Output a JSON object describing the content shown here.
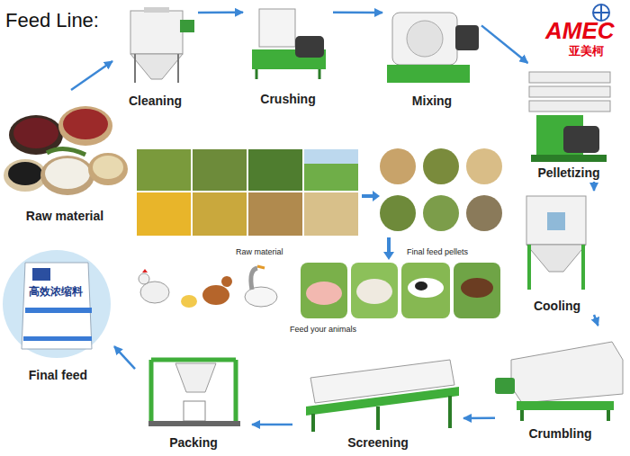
{
  "diagram": {
    "title": "Feed Line:",
    "nodes": [
      {
        "text": [
          "Raw material"
        ]
      },
      {
        "text": [
          "Cleaning"
        ]
      },
      {
        "text": [
          "Crushing"
        ]
      },
      {
        "text": [
          "Mixing"
        ]
      },
      {
        "text": [
          "Pelletizing"
        ]
      },
      {
        "text": [
          "Cooling"
        ]
      },
      {
        "text": [
          "Crumbling"
        ]
      },
      {
        "text": [
          "Screening"
        ]
      },
      {
        "text": [
          "Packing"
        ]
      },
      {
        "text": [
          "Final feed"
        ]
      }
    ],
    "edges": [
      {
        "from": 0,
        "to": 1,
        "arrow": "to"
      },
      {
        "from": 1,
        "to": 2,
        "arrow": "to"
      },
      {
        "from": 2,
        "to": 3,
        "arrow": "to"
      },
      {
        "from": 3,
        "to": 4,
        "arrow": "to"
      },
      {
        "from": 4,
        "to": 5,
        "arrow": "to"
      },
      {
        "from": 5,
        "to": 6,
        "arrow": "to"
      },
      {
        "from": 6,
        "to": 7,
        "arrow": "to"
      },
      {
        "from": 7,
        "to": 8,
        "arrow": "to"
      },
      {
        "from": 8,
        "to": 9,
        "arrow": "to"
      }
    ],
    "labels": [
      "AMEC",
      "亚美柯",
      "Raw material",
      "Final feed pellets",
      "Feed your animals",
      "高效浓缩料"
    ]
  }
}
